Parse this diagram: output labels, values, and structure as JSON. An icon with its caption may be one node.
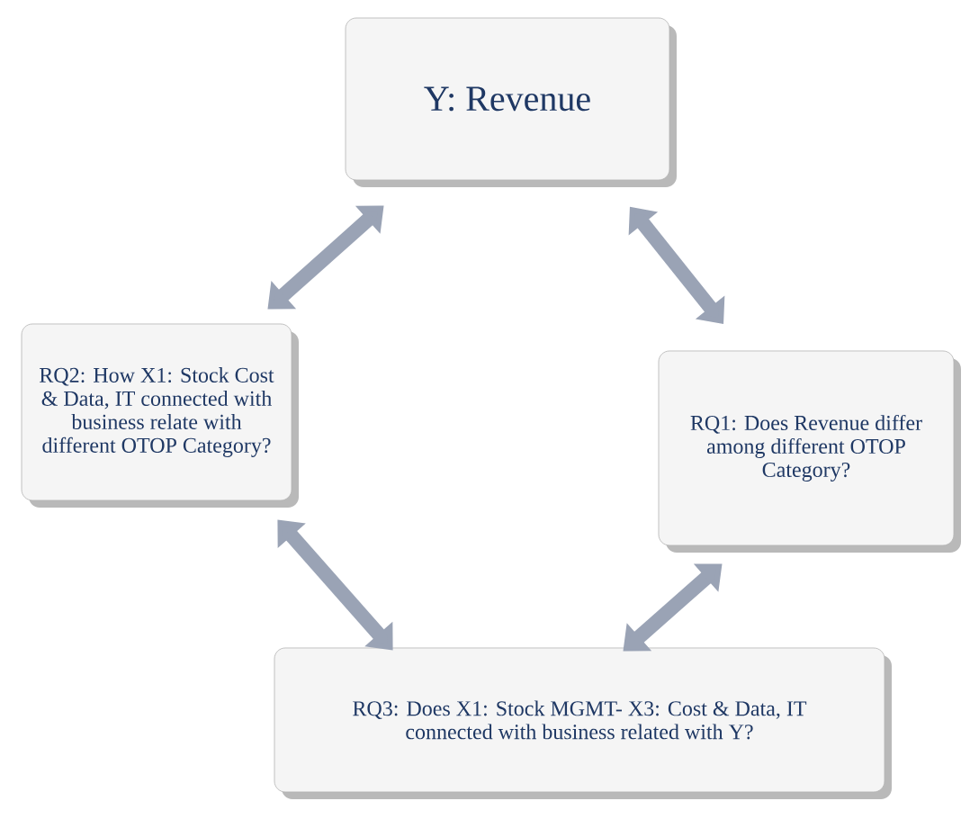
{
  "diagram": {
    "nodes": [
      {
        "text": [
          "Y: Revenue"
        ]
      },
      {
        "text": [
          "RQ2: How X1: Stock Cost & Data, IT connected with business relate with different OTOP Category?"
        ]
      },
      {
        "text": [
          "RQ1: Does Revenue differ among different OTOP Category?"
        ]
      },
      {
        "text": [
          "RQ3: Does X1: Stock MGMT- X3: Cost & Data, IT connected with business related with Y?"
        ]
      }
    ],
    "edges": [
      {
        "from": 0,
        "to": 1,
        "arrow": "both"
      },
      {
        "from": 0,
        "to": 2,
        "arrow": "both"
      },
      {
        "from": 1,
        "to": 3,
        "arrow": "both"
      },
      {
        "from": 2,
        "to": 3,
        "arrow": "both"
      }
    ]
  }
}
